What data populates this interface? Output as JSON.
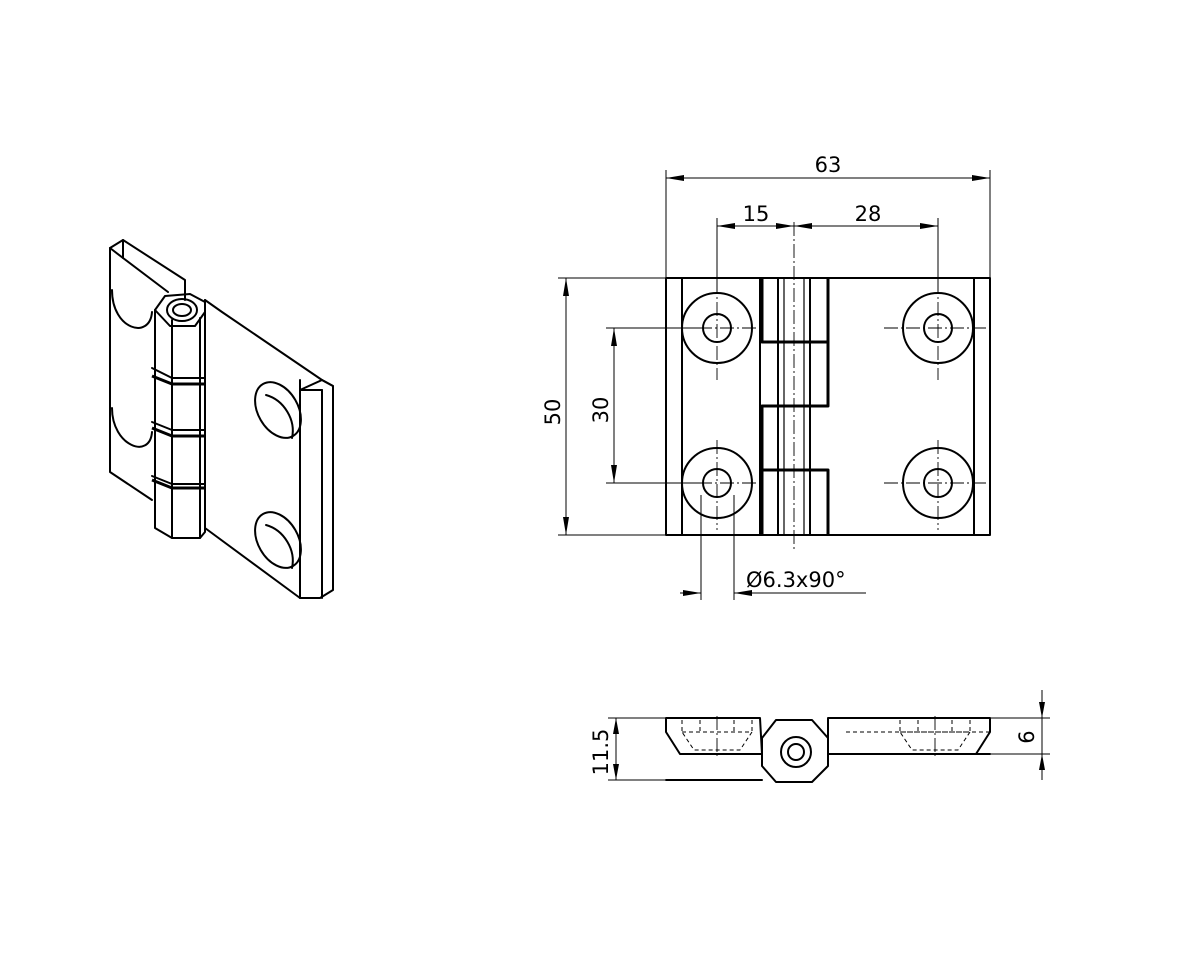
{
  "dimensions": {
    "overall_width": "63",
    "hole_offset": "15",
    "hole_spacing_horizontal": "28",
    "overall_height": "50",
    "hole_spacing_vertical": "30",
    "countersink": "Ø6.3x90°",
    "thickness_total": "11.5",
    "leaf_thickness": "6"
  }
}
